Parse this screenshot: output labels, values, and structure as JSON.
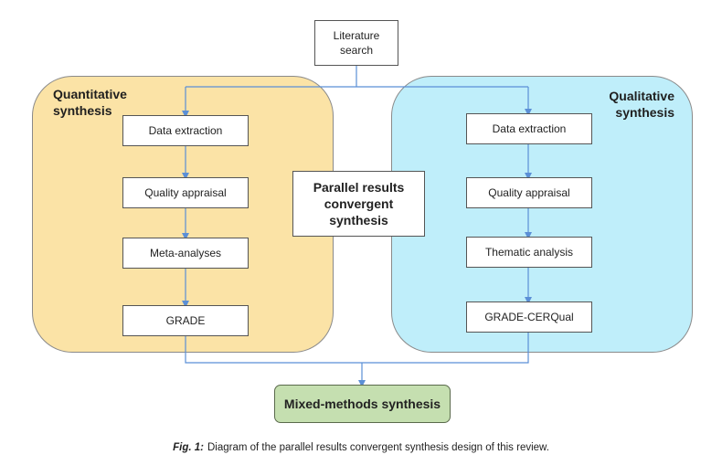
{
  "diagram": {
    "source": {
      "label": "Literature search"
    },
    "left_panel": {
      "title": "Quantitative synthesis",
      "fill_color": "#fbe3a6",
      "steps": [
        "Data extraction",
        "Quality appraisal",
        "Meta-analyses",
        "GRADE"
      ]
    },
    "right_panel": {
      "title": "Qualitative synthesis",
      "fill_color": "#bfeefa",
      "steps": [
        "Data extraction",
        "Quality appraisal",
        "Thematic analysis",
        "GRADE-CERQual"
      ]
    },
    "center": {
      "label": "Parallel results convergent synthesis"
    },
    "output": {
      "label": "Mixed-methods synthesis",
      "fill_color": "#c5dfb0"
    },
    "connector_color": "#5b8fd6"
  },
  "caption": {
    "label": "Fig. 1:",
    "text": "Diagram of the parallel results convergent synthesis design of this review."
  }
}
